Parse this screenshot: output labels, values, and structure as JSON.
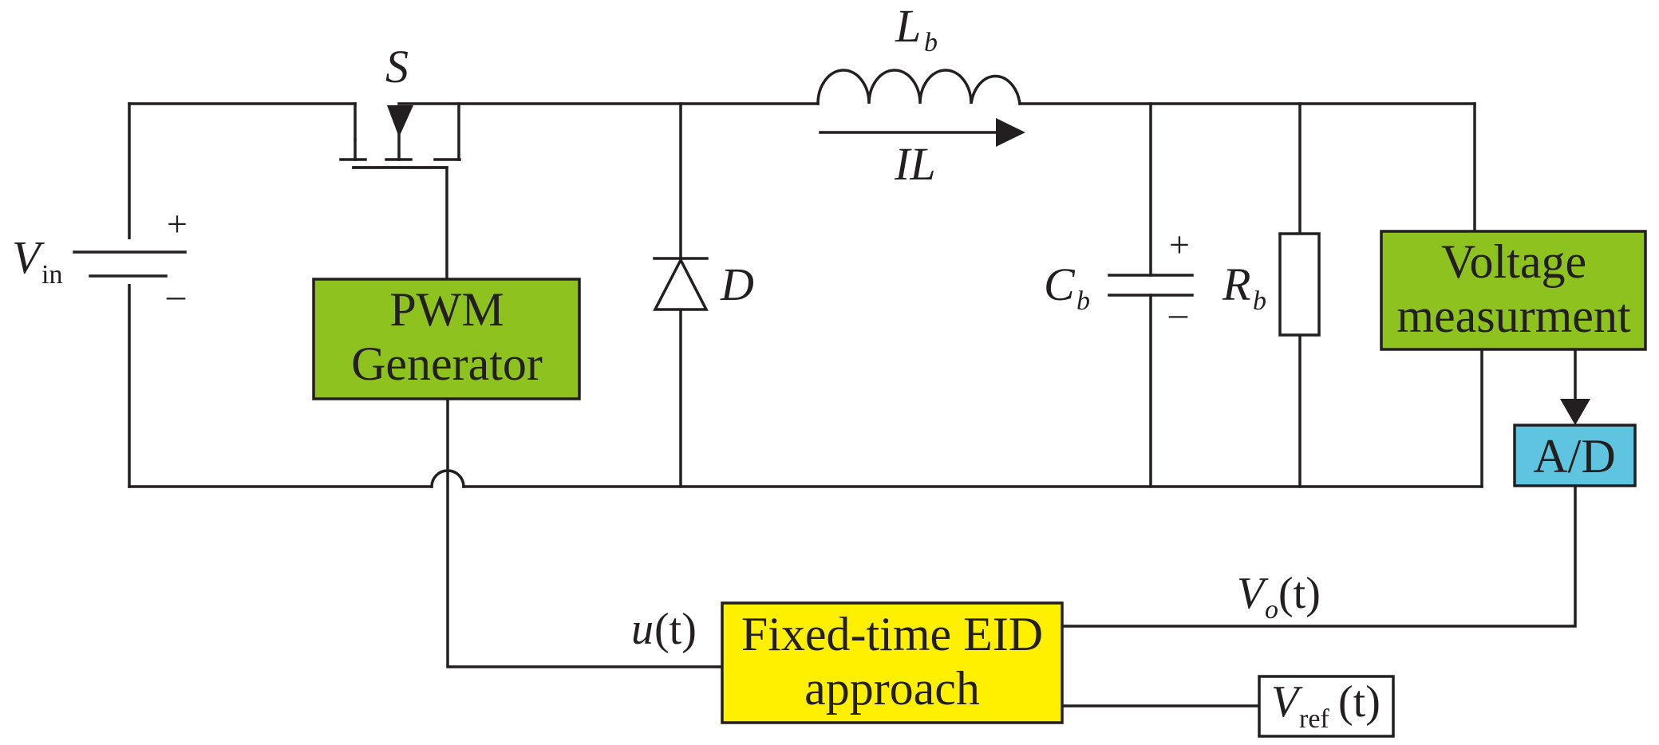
{
  "labels": {
    "switch": "S",
    "inductor_main": "L",
    "inductor_sub": "b",
    "current": "IL",
    "diode": "D",
    "cap_main": "C",
    "cap_sub": "b",
    "res_main": "R",
    "res_sub": "b",
    "vin_main": "V",
    "vin_sub": "in",
    "plus": "+",
    "minus": "–",
    "vo_main": "V",
    "vo_sub": "o",
    "vo_arg": "(t)",
    "u_main": "u",
    "u_arg": "(t)",
    "vref_main": "V",
    "vref_sub": "ref",
    "vref_arg": "(t)"
  },
  "blocks": {
    "pwm": {
      "line1": "PWM",
      "line2": "Generator"
    },
    "voltage": {
      "line1": "Voltage",
      "line2": "measurment"
    },
    "ad": {
      "label": "A/D"
    },
    "eid": {
      "line1": "Fixed-time EID",
      "line2": "approach"
    }
  },
  "colors": {
    "wire": "#231f20",
    "pwm_fill": "#8dc21f",
    "voltage_fill": "#8dc21f",
    "ad_fill": "#5fc4df",
    "eid_fill": "#fff000",
    "vref_fill": "#ffffff",
    "background": "#ffffff"
  }
}
